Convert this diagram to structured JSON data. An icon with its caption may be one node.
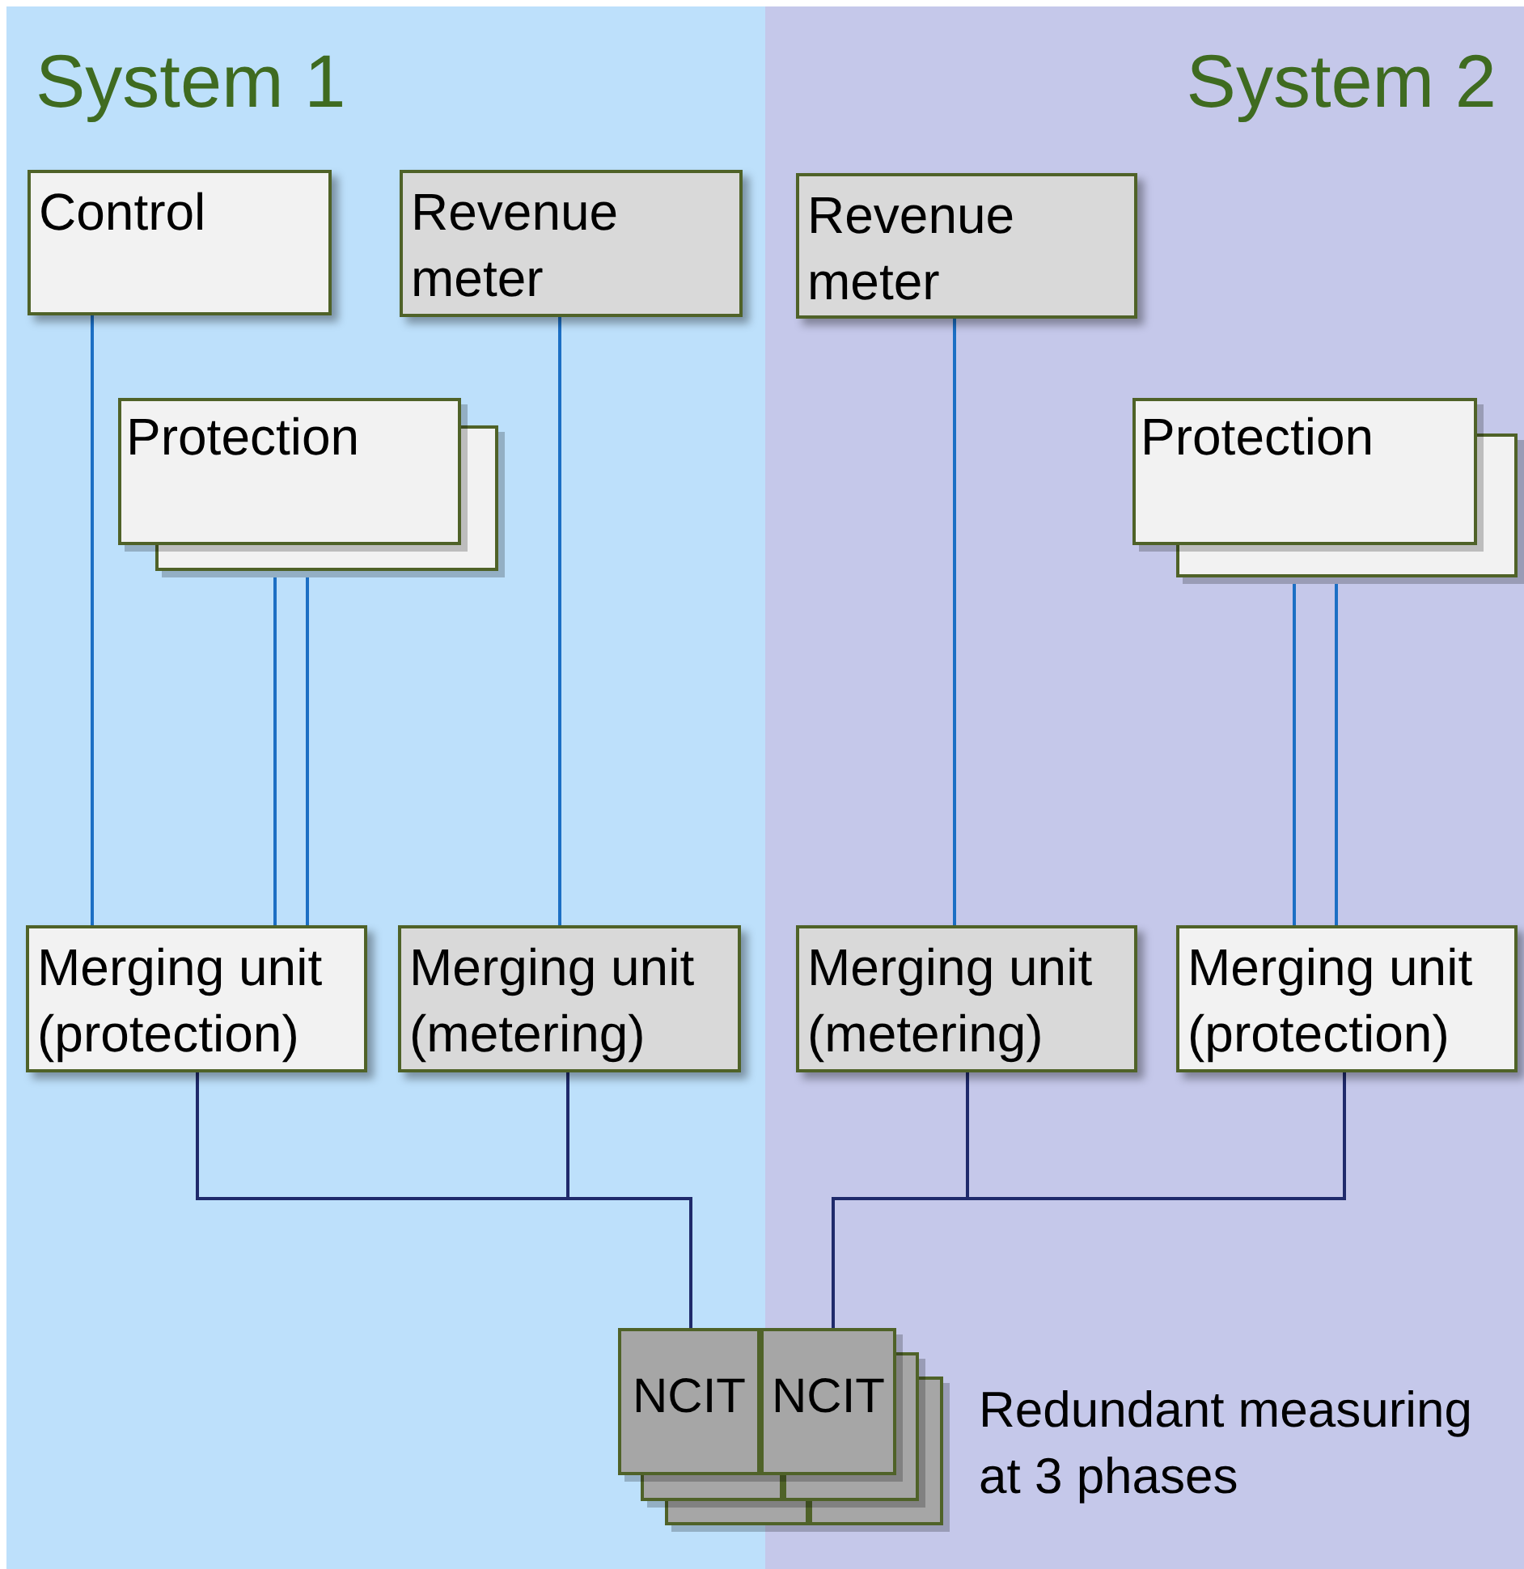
{
  "diagram": {
    "nodes": [
      {
        "text": [
          "System 1"
        ]
      },
      {
        "text": [
          "System 2"
        ]
      },
      {
        "text": [
          "Control"
        ],
        "in": 0
      },
      {
        "text": [
          "Revenue meter"
        ],
        "in": 0
      },
      {
        "text": [
          "Protection"
        ],
        "in": 0
      },
      {
        "text": [
          "Merging unit (protection)"
        ],
        "in": 0
      },
      {
        "text": [
          "Merging unit (metering)"
        ],
        "in": 0
      },
      {
        "text": [
          "Revenue meter"
        ],
        "in": 1
      },
      {
        "text": [
          "Protection"
        ],
        "in": 1
      },
      {
        "text": [
          "Merging unit (metering)"
        ],
        "in": 1
      },
      {
        "text": [
          "Merging unit (protection)"
        ],
        "in": 1
      },
      {
        "text": [
          "NCIT",
          "NCIT"
        ]
      }
    ],
    "edges": [
      {
        "from": 2,
        "to": 5,
        "arrow": "none"
      },
      {
        "from": 4,
        "to": 5,
        "arrow": "none"
      },
      {
        "from": 4,
        "to": 5,
        "arrow": "none"
      },
      {
        "from": 3,
        "to": 6,
        "arrow": "none"
      },
      {
        "from": 7,
        "to": 9,
        "arrow": "none"
      },
      {
        "from": 8,
        "to": 10,
        "arrow": "none"
      },
      {
        "from": 8,
        "to": 10,
        "arrow": "none"
      },
      {
        "from": 5,
        "to": 11,
        "arrow": "none",
        "color": "#1f2a6b"
      },
      {
        "from": 6,
        "to": 11,
        "arrow": "none",
        "color": "#1f2a6b"
      },
      {
        "from": 9,
        "to": 11,
        "arrow": "none",
        "color": "#1f2a6b"
      },
      {
        "from": 10,
        "to": 11,
        "arrow": "none",
        "color": "#1f2a6b"
      }
    ],
    "labels": [
      "Redundant measuring at 3 phases"
    ]
  }
}
